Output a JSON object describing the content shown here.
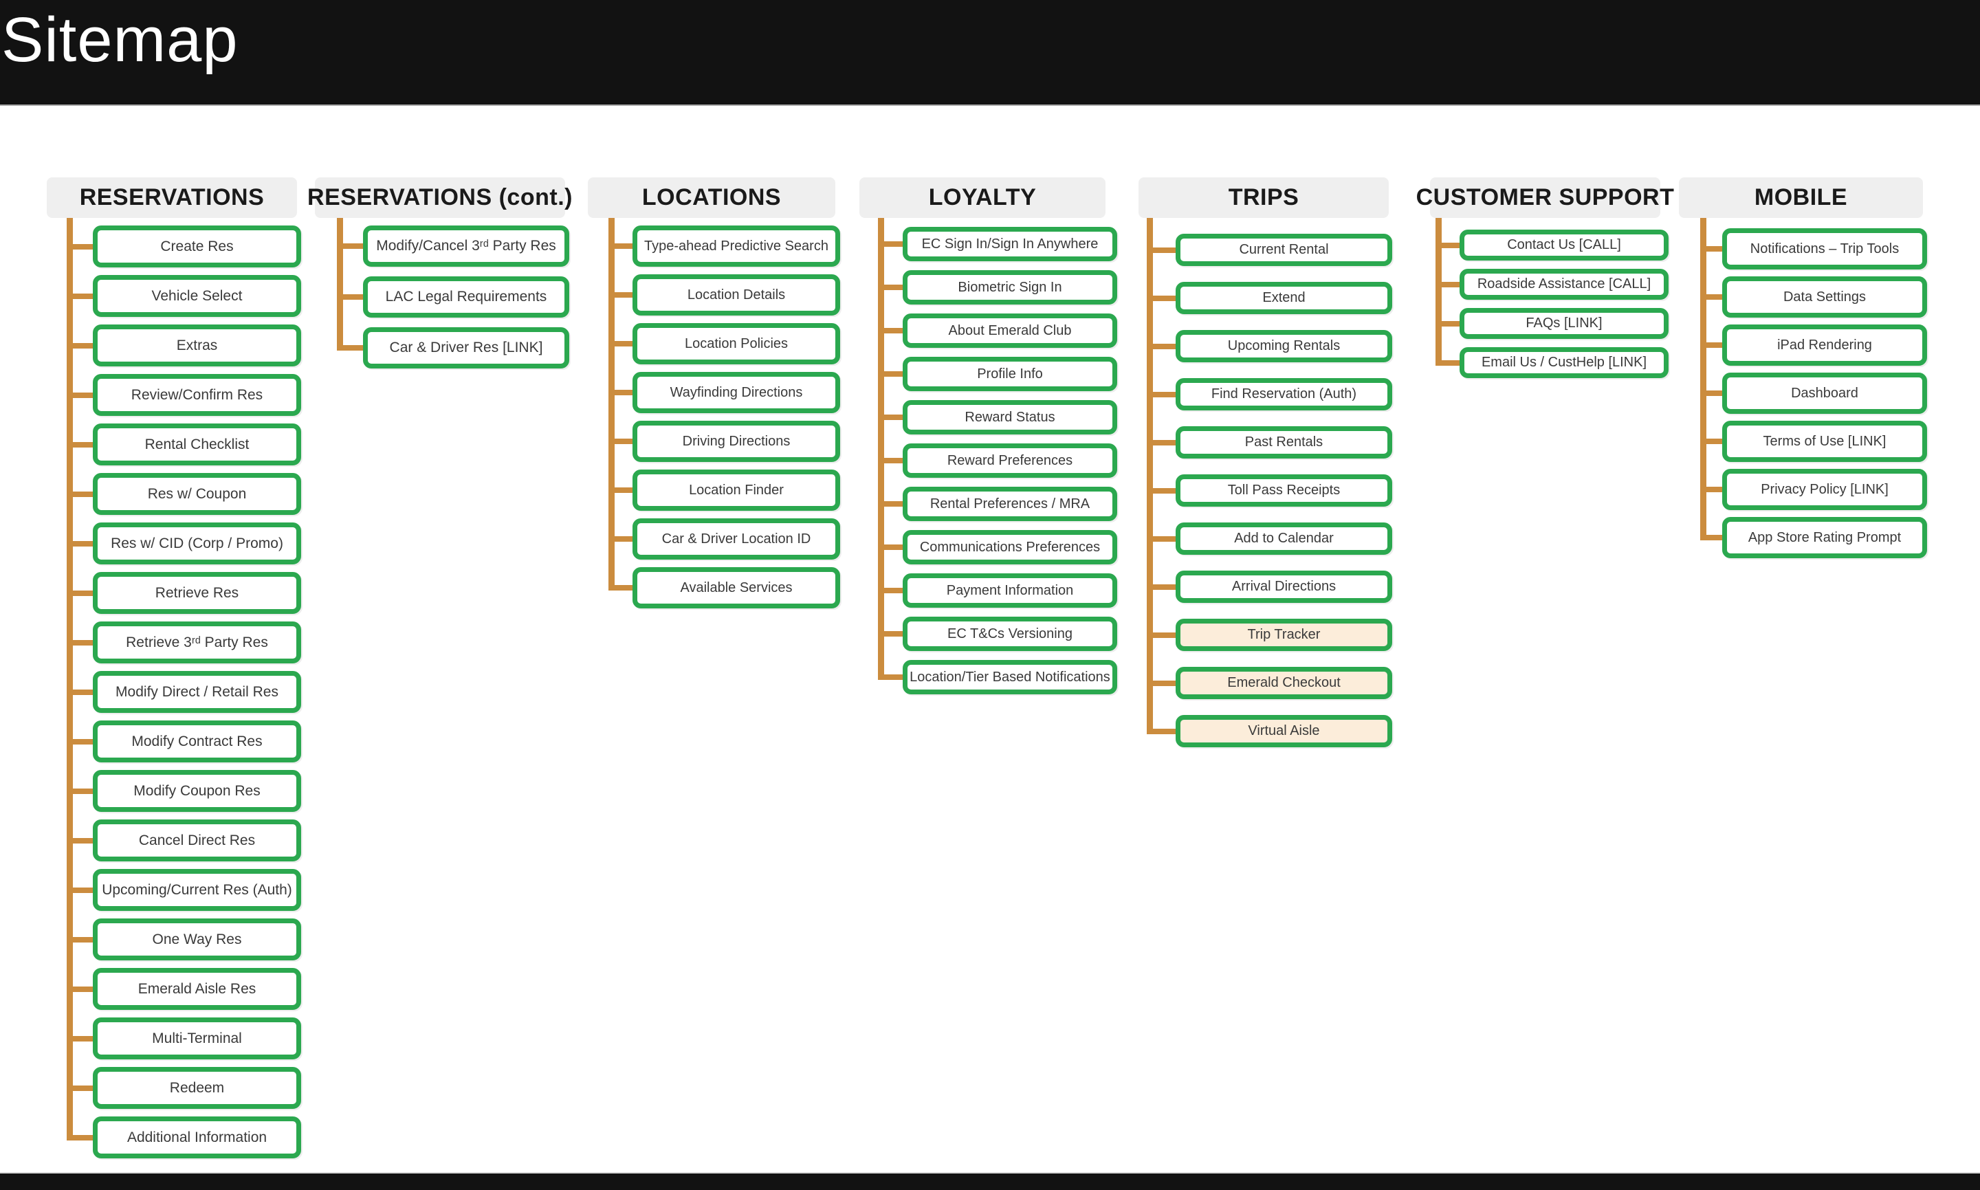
{
  "page": {
    "title": "Sitemap"
  },
  "colors": {
    "top_bar": "#121212",
    "bottom_bar": "#121212",
    "column_header_bg": "#efefef",
    "node_border_green": "#2ba84f",
    "connector_orange": "#cb8c3e",
    "highlight_peach": "#fcedda",
    "node_text": "#3a3a3a"
  },
  "columns": [
    {
      "id": "reservations",
      "title": "RESERVATIONS",
      "items": [
        {
          "label": "Create Res"
        },
        {
          "label": "Vehicle Select"
        },
        {
          "label": "Extras"
        },
        {
          "label": "Review/Confirm Res"
        },
        {
          "label": "Rental Checklist"
        },
        {
          "label": "Res w/ Coupon"
        },
        {
          "label": "Res w/ CID (Corp / Promo)"
        },
        {
          "label": "Retrieve Res"
        },
        {
          "label": "Retrieve 3ʳᵈ Party Res"
        },
        {
          "label": "Modify Direct / Retail Res"
        },
        {
          "label": "Modify Contract Res"
        },
        {
          "label": "Modify Coupon Res"
        },
        {
          "label": "Cancel Direct Res"
        },
        {
          "label": "Upcoming/Current Res (Auth)"
        },
        {
          "label": "One Way Res"
        },
        {
          "label": "Emerald Aisle Res"
        },
        {
          "label": "Multi-Terminal"
        },
        {
          "label": "Redeem"
        },
        {
          "label": "Additional Information"
        }
      ]
    },
    {
      "id": "reservations-cont",
      "title": "RESERVATIONS (cont.)",
      "items": [
        {
          "label": "Modify/Cancel 3ʳᵈ Party Res"
        },
        {
          "label": "LAC Legal Requirements"
        },
        {
          "label": "Car & Driver Res [LINK]"
        }
      ]
    },
    {
      "id": "locations",
      "title": "LOCATIONS",
      "items": [
        {
          "label": "Type-ahead Predictive Search"
        },
        {
          "label": "Location Details"
        },
        {
          "label": "Location Policies"
        },
        {
          "label": "Wayfinding Directions"
        },
        {
          "label": "Driving Directions"
        },
        {
          "label": "Location Finder"
        },
        {
          "label": "Car & Driver Location ID"
        },
        {
          "label": "Available Services"
        }
      ]
    },
    {
      "id": "loyalty",
      "title": "LOYALTY",
      "items": [
        {
          "label": "EC Sign In/Sign In Anywhere"
        },
        {
          "label": "Biometric Sign In"
        },
        {
          "label": "About Emerald Club"
        },
        {
          "label": "Profile Info"
        },
        {
          "label": "Reward Status"
        },
        {
          "label": "Reward Preferences"
        },
        {
          "label": "Rental Preferences / MRA"
        },
        {
          "label": "Communications Preferences"
        },
        {
          "label": "Payment Information"
        },
        {
          "label": "EC T&Cs Versioning"
        },
        {
          "label": "Location/Tier Based Notifications"
        }
      ]
    },
    {
      "id": "trips",
      "title": "TRIPS",
      "items": [
        {
          "label": "Current Rental"
        },
        {
          "label": "Extend"
        },
        {
          "label": "Upcoming Rentals"
        },
        {
          "label": "Find Reservation (Auth)"
        },
        {
          "label": "Past Rentals"
        },
        {
          "label": "Toll Pass Receipts"
        },
        {
          "label": "Add to Calendar"
        },
        {
          "label": "Arrival Directions"
        },
        {
          "label": "Trip Tracker",
          "highlighted": true
        },
        {
          "label": "Emerald Checkout",
          "highlighted": true
        },
        {
          "label": "Virtual Aisle",
          "highlighted": true
        }
      ]
    },
    {
      "id": "customer-support",
      "title": "CUSTOMER SUPPORT",
      "items": [
        {
          "label": "Contact Us [CALL]"
        },
        {
          "label": "Roadside Assistance [CALL]"
        },
        {
          "label": "FAQs [LINK]"
        },
        {
          "label": "Email Us / CustHelp [LINK]"
        }
      ]
    },
    {
      "id": "mobile",
      "title": "MOBILE",
      "items": [
        {
          "label": "Notifications – Trip Tools"
        },
        {
          "label": "Data Settings"
        },
        {
          "label": "iPad Rendering"
        },
        {
          "label": "Dashboard"
        },
        {
          "label": "Terms of Use [LINK]"
        },
        {
          "label": "Privacy Policy [LINK]"
        },
        {
          "label": "App Store Rating Prompt"
        }
      ]
    }
  ]
}
